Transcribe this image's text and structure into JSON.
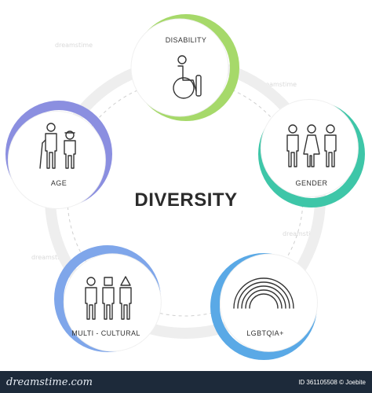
{
  "center_title": "DIVERSITY",
  "nodes": [
    {
      "label": "DISABILITY",
      "icon": "wheelchair-icon",
      "color": "#a6d96a"
    },
    {
      "label": "GENDER",
      "icon": "gender-people-icon",
      "color": "#3ec6a8"
    },
    {
      "label": "LGBTQIA+",
      "icon": "rainbow-arcs-icon",
      "color": "#5aa9e6"
    },
    {
      "label": "MULTI - CULTURAL",
      "icon": "people-heads-icon",
      "color": "#7fa6ea"
    },
    {
      "label": "AGE",
      "icon": "elderly-child-icon",
      "color": "#8b8fe0"
    }
  ],
  "footer": {
    "brand": "dreamstime.com",
    "meta": "ID 361105508 © Joebite"
  }
}
